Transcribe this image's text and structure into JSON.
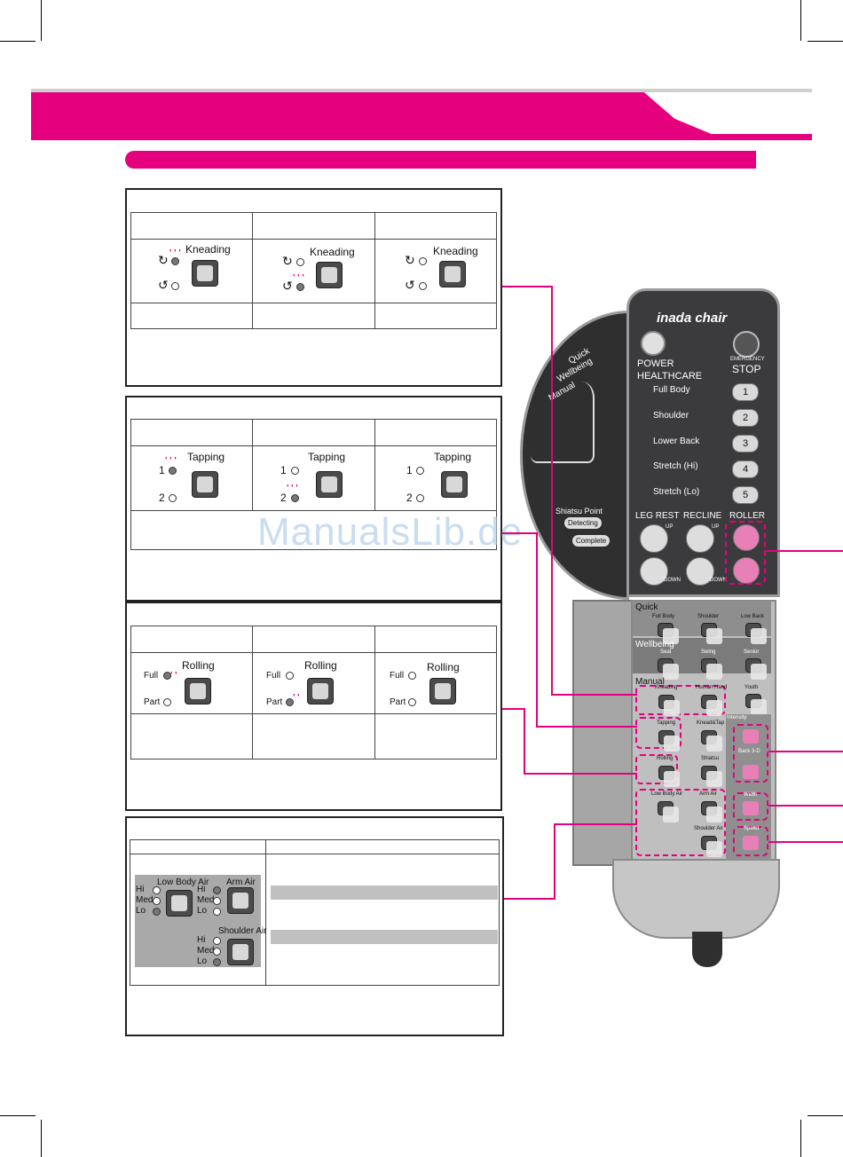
{
  "kneading": {
    "label": "Kneading"
  },
  "tapping": {
    "label": "Tapping",
    "one": "1",
    "two": "2"
  },
  "rolling": {
    "label": "Rolling",
    "full": "Full",
    "part": "Part"
  },
  "air": {
    "low_body": "Low Body Air",
    "arm": "Arm Air",
    "shoulder": "Shoulder Air",
    "hi": "Hi",
    "med": "Med",
    "lo": "Lo"
  },
  "watermark": "ManualsLib.de",
  "remote": {
    "brand": "inada chair",
    "power": "POWER",
    "healthcare": "HEALTHCARE",
    "emergency": "EMERGENCY",
    "stop": "STOP",
    "programs": [
      "Full Body",
      "Shoulder",
      "Lower Back",
      "Stretch (Hi)",
      "Stretch (Lo)"
    ],
    "program_numbers": [
      "1",
      "2",
      "3",
      "4",
      "5"
    ],
    "modes": [
      "Quick",
      "Wellbeing",
      "Manual"
    ],
    "shiatsu_point": "Shiatsu Point",
    "detecting": "Detecting",
    "complete": "Complete",
    "leg_rest": "LEG REST",
    "recline": "RECLINE",
    "roller": "ROLLER",
    "up": "UP",
    "down": "DOWN",
    "quick": "Quick",
    "quick_items": [
      "Full Body",
      "Shoulder",
      "Low Back"
    ],
    "wellbeing": "Wellbeing",
    "wellbeing_items": [
      "Seat",
      "Swing",
      "Senior"
    ],
    "youth": "Youth",
    "manual": "Manual",
    "manual_items": [
      "Kneading",
      "Human Hand",
      "Tapping",
      "Knead&Tap",
      "Rolling",
      "Shiatsu"
    ],
    "intensity": "Intensity",
    "back3d": "Back 3-D",
    "low_body_air": "Low Body Air",
    "arm_air": "Arm Air",
    "shoulder_air": "Shoulder Air",
    "width": "Width",
    "speed": "Speed"
  }
}
